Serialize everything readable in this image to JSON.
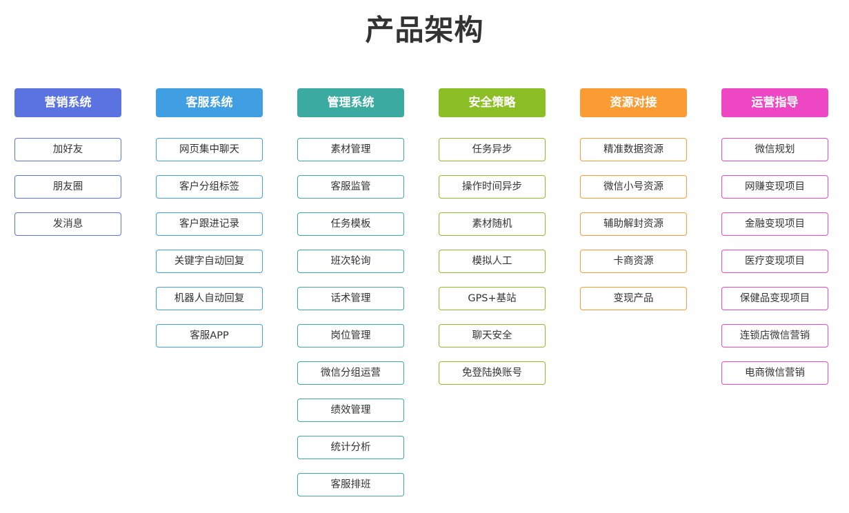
{
  "title": "产品架构",
  "columns": [
    {
      "header": "营销系统",
      "color": "#5B73E0",
      "items": [
        "加好友",
        "朋友圈",
        "发消息"
      ]
    },
    {
      "header": "客服系统",
      "color": "#409EE3",
      "items": [
        "网页集中聊天",
        "客户分组标签",
        "客户跟进记录",
        "关键字自动回复",
        "机器人自动回复",
        "客服APP"
      ]
    },
    {
      "header": "管理系统",
      "color": "#3BAAA0",
      "items": [
        "素材管理",
        "客服监管",
        "任务模板",
        "班次轮询",
        "话术管理",
        "岗位管理",
        "微信分组运营",
        "绩效管理",
        "统计分析",
        "客服排班"
      ]
    },
    {
      "header": "安全策略",
      "color": "#8CBF26",
      "items": [
        "任务异步",
        "操作时间异步",
        "素材随机",
        "模拟人工",
        "GPS+基站",
        "聊天安全",
        "免登陆换账号"
      ]
    },
    {
      "header": "资源对接",
      "color": "#FB9B33",
      "items": [
        "精准数据资源",
        "微信小号资源",
        "辅助解封资源",
        "卡商资源",
        "变现产品"
      ]
    },
    {
      "header": "运营指导",
      "color": "#EE47C3",
      "items": [
        "微信规划",
        "网赚变现项目",
        "金融变现项目",
        "医疗变现项目",
        "保健品变现项目",
        "连锁店微信营销",
        "电商微信营销"
      ]
    }
  ]
}
